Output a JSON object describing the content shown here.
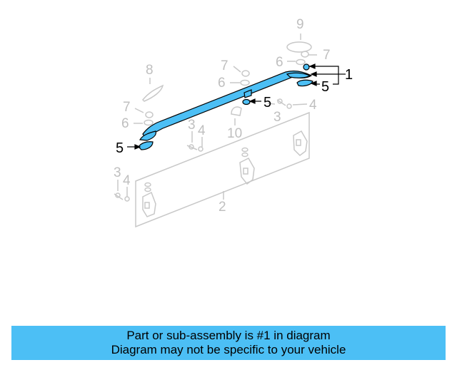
{
  "diagram": {
    "callouts": {
      "n1": "1",
      "n2": "2",
      "n3_center": "3",
      "n3_left": "3",
      "n3_right": "3",
      "n4_center": "4",
      "n4_left": "4",
      "n4_right": "4",
      "n5_left": "5",
      "n5_mid": "5",
      "n5_right": "5",
      "n6_left": "6",
      "n6_mid": "6",
      "n6_right": "6",
      "n7_left": "7",
      "n7_mid": "7",
      "n7_right": "7",
      "n8": "8",
      "n9": "9",
      "n10": "10"
    },
    "colors": {
      "highlight": "#4cbff5",
      "ghost": "#c8c8c8",
      "outline": "#000000"
    }
  },
  "banner": {
    "line1": "Part or sub-assembly is #1 in diagram",
    "line2": "Diagram may not be specific to your vehicle",
    "color": "#4cbff5"
  }
}
